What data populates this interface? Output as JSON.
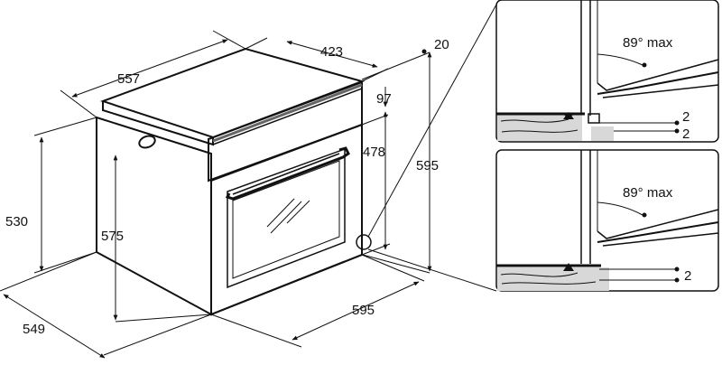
{
  "oven": {
    "dims": {
      "top_depth": "557",
      "top_width": "423",
      "right_clearance": "20",
      "panel_height": "97",
      "door_height": "478",
      "total_height": "595",
      "left_height": "530",
      "cutout_height": "575",
      "bottom_depth": "549",
      "bottom_width": "595"
    }
  },
  "details": {
    "top": {
      "angle_label": "89° max",
      "gap_a": "2",
      "gap_b": "2"
    },
    "bottom": {
      "angle_label": "89° max",
      "gap": "2"
    }
  },
  "colors": {
    "line": "#111111",
    "shadow": "#666666",
    "wood": "#d8d8d8"
  }
}
